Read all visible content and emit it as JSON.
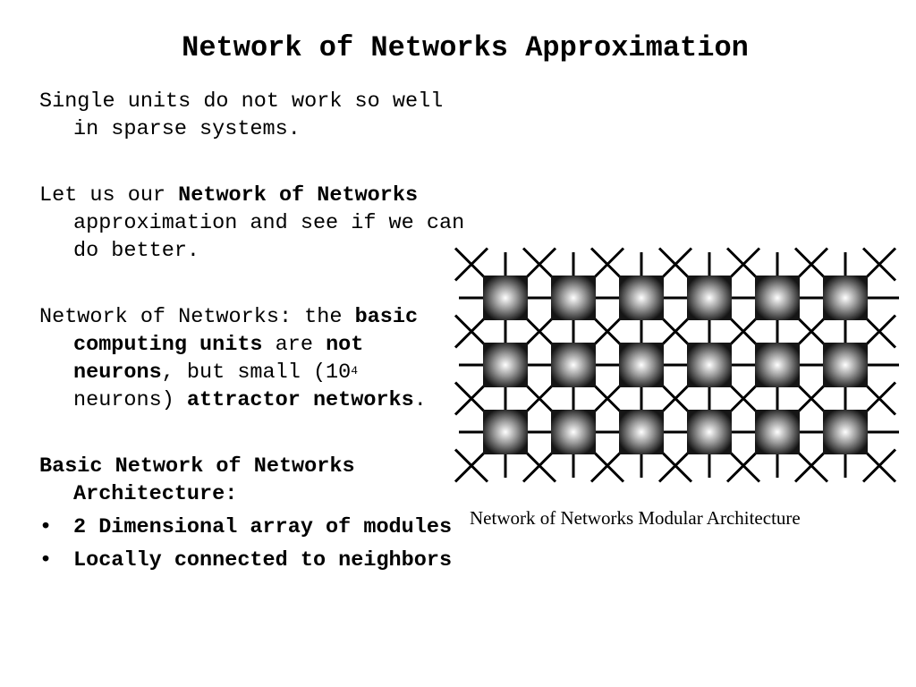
{
  "slide": {
    "title": "Network of Networks Approximation",
    "p1": "Single units do not work so well in sparse systems.",
    "p2": {
      "before": "Let us our ",
      "bold": "Network of Networks",
      "after": " approximation and see if we can do better."
    },
    "p3": {
      "lead": "Network of Networks:  the ",
      "b1": "basic computing units",
      "t1": " are ",
      "b2": "not neurons",
      "t2": ", but small (10",
      "sup": "4",
      "t3": " neurons) ",
      "b3": "attractor networks",
      "t4": "."
    },
    "heading": "Basic Network of Networks Architecture:",
    "bullets": [
      "2 Dimensional array of modules",
      "Locally connected to neighbors"
    ],
    "bullet_symbol": "•"
  },
  "figure": {
    "caption": "Network of Networks Modular Architecture",
    "rows": 3,
    "cols": 6
  }
}
